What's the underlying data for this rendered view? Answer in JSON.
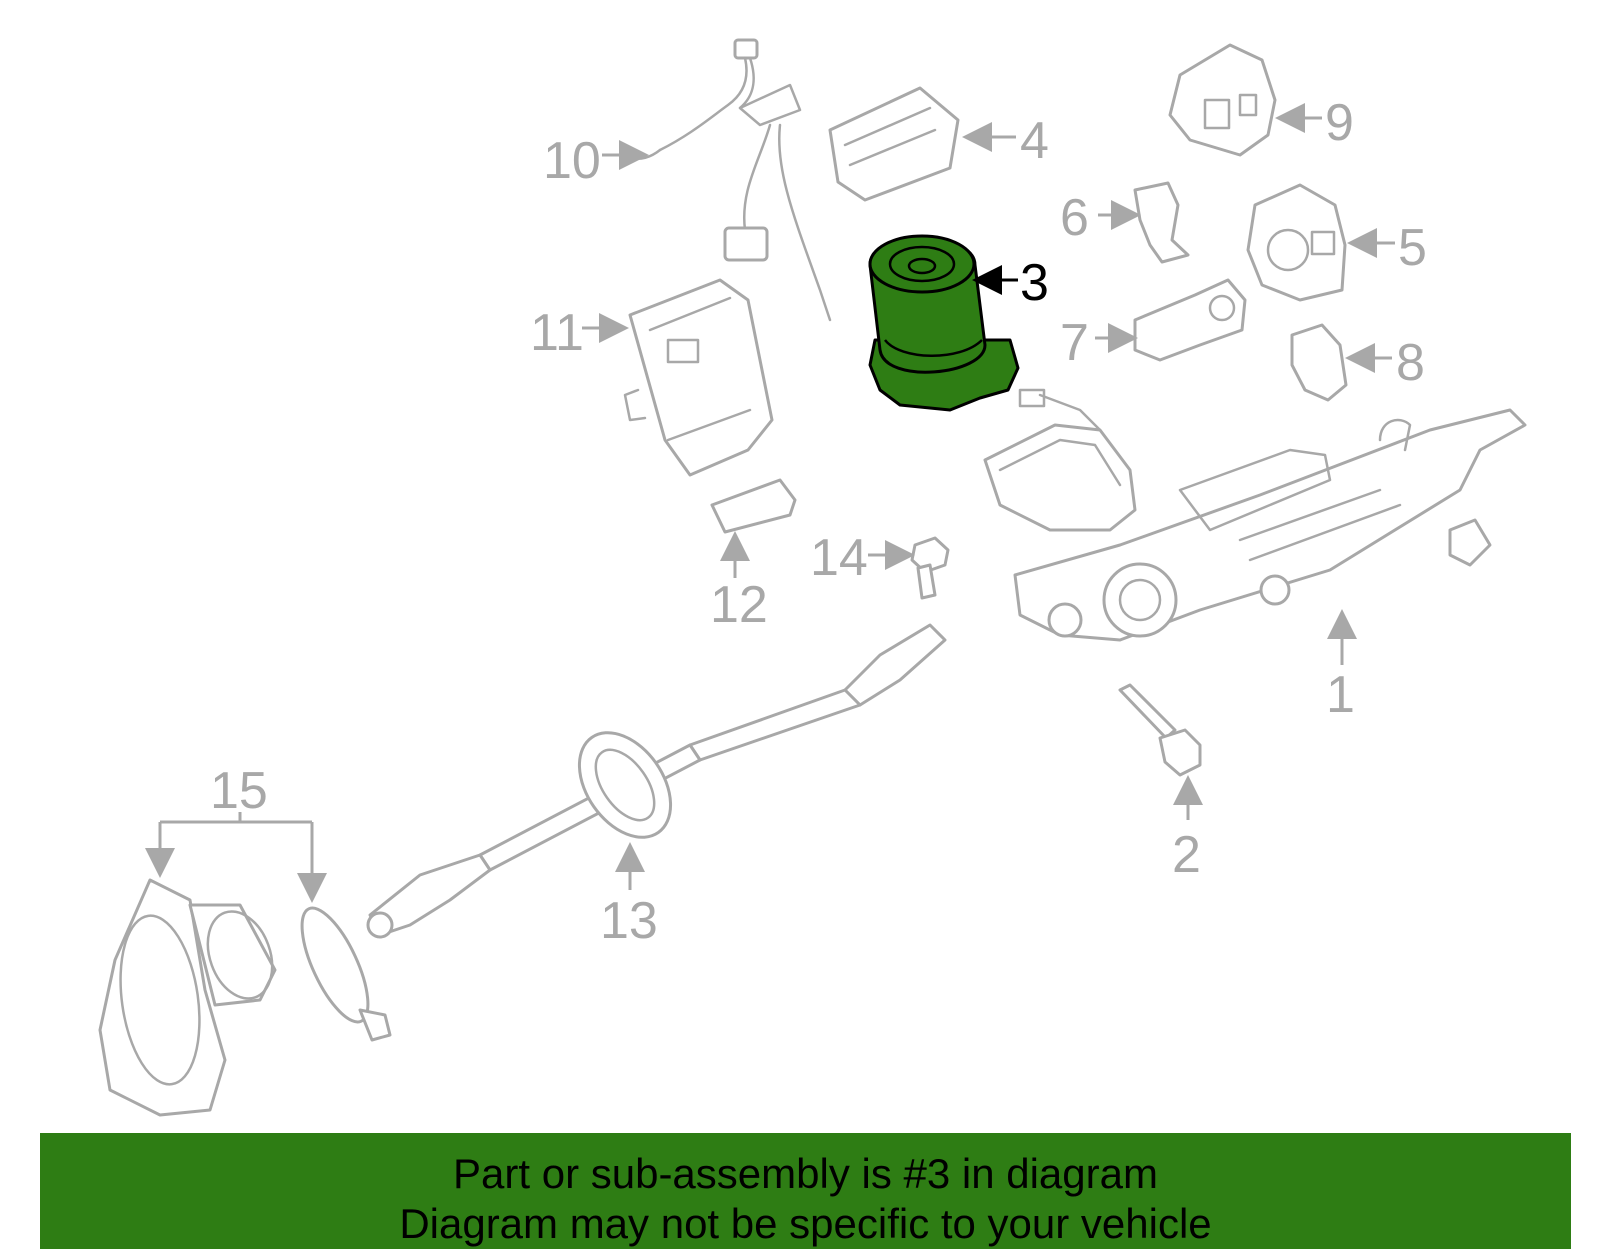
{
  "callouts": {
    "c1": "1",
    "c2": "2",
    "c3": "3",
    "c4": "4",
    "c5": "5",
    "c6": "6",
    "c7": "7",
    "c8": "8",
    "c9": "9",
    "c10": "10",
    "c11": "11",
    "c12": "12",
    "c13": "13",
    "c14": "14",
    "c15": "15"
  },
  "highlighted_part": "3",
  "colors": {
    "highlight_fill": "#2e7d14",
    "banner_background": "#2e7d14",
    "line_art": "#a8a8a8",
    "highlight_outline": "#000000"
  },
  "banner": {
    "line1": "Part or sub-assembly is #3 in diagram",
    "line2": "Diagram may not be specific to your vehicle"
  }
}
